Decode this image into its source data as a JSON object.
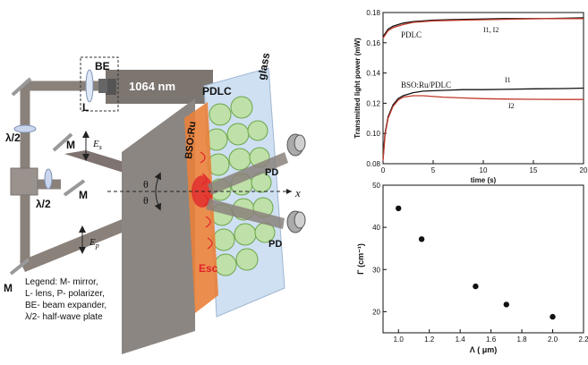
{
  "setup": {
    "laser_label": "1064 nm",
    "beam_expander_label": "BE",
    "lens_label": "L",
    "half_wave_label_upper": "λ/2",
    "half_wave_label_lower": "λ/2",
    "mirror_label_1": "M",
    "mirror_label_2": "M",
    "mirror_label_3": "M",
    "pdlc_label": "PDLC",
    "glass_label": "glass",
    "bso_label": "BSO:Ru",
    "pd_label_1": "PD",
    "pd_label_2": "PD",
    "esc_label": "Esc",
    "x_axis_label": "x",
    "theta_1": "θ",
    "theta_2": "θ",
    "field_s_label": "E",
    "field_s_sub": "s",
    "field_p_label": "E",
    "field_p_sub": "p",
    "legend_lines": [
      "Legend: M- mirror,",
      "L- lens, P- polarizer,",
      "BE- beam expander,",
      "λ/2- half-wave plate"
    ],
    "colors": {
      "beam": "#8a817b",
      "beam_dark": "#6f6561",
      "bso": "#e9813a",
      "pdlc_panel": "#b9cde6",
      "glass_panel": "#cfe0f2",
      "plate": "#8b8682",
      "esc": "#e0222b",
      "pdlc_sphere": "#9ccc78"
    }
  },
  "chart_data": [
    {
      "type": "line",
      "title": "",
      "xlabel": "time (s)",
      "ylabel": "Transmitted light power (mW)",
      "xlim": [
        0,
        20
      ],
      "ylim": [
        0.08,
        0.18
      ],
      "x_ticks": [
        "0",
        "5",
        "10",
        "15",
        "20"
      ],
      "y_ticks": [
        "0.08",
        "0.10",
        "0.12",
        "0.14",
        "0.16",
        "0.18"
      ],
      "annotations": [
        "PDLC",
        "I1, I2",
        "BSO:Ru/PDLC",
        "I1",
        "I2"
      ],
      "series": [
        {
          "name": "PDLC I1",
          "x": [
            0,
            0.5,
            1,
            2,
            3,
            5,
            8,
            12,
            16,
            20
          ],
          "values": [
            0.164,
            0.169,
            0.171,
            0.173,
            0.174,
            0.175,
            0.1755,
            0.176,
            0.176,
            0.1765
          ]
        },
        {
          "name": "PDLC I2",
          "x": [
            0,
            0.5,
            1,
            2,
            3,
            5,
            8,
            12,
            16,
            20
          ],
          "values": [
            0.163,
            0.168,
            0.17,
            0.172,
            0.1735,
            0.1745,
            0.175,
            0.1755,
            0.176,
            0.176
          ]
        },
        {
          "name": "BSO:Ru/PDLC I1",
          "x": [
            0,
            0.2,
            0.5,
            1,
            1.5,
            2,
            3,
            4,
            6,
            8,
            10,
            12,
            15,
            18,
            20
          ],
          "values": [
            0.083,
            0.1,
            0.111,
            0.119,
            0.123,
            0.125,
            0.127,
            0.128,
            0.1285,
            0.129,
            0.129,
            0.1292,
            0.1295,
            0.1297,
            0.13
          ]
        },
        {
          "name": "BSO:Ru/PDLC I2",
          "x": [
            0,
            0.2,
            0.5,
            1,
            1.5,
            2,
            3,
            4,
            6,
            8,
            10,
            12,
            15,
            18,
            20
          ],
          "values": [
            0.082,
            0.099,
            0.11,
            0.118,
            0.122,
            0.124,
            0.125,
            0.125,
            0.124,
            0.1235,
            0.123,
            0.1228,
            0.1226,
            0.1225,
            0.1225
          ]
        }
      ],
      "grid": false,
      "legend": "none"
    },
    {
      "type": "scatter",
      "title": "",
      "xlabel": "Λ ( μm)",
      "ylabel": "Γ (cm⁻¹)",
      "xlim": [
        0.9,
        2.2
      ],
      "ylim": [
        15,
        50
      ],
      "x_ticks": [
        "1.0",
        "1.2",
        "1.4",
        "1.6",
        "1.8",
        "2.0",
        "2.2"
      ],
      "y_ticks": [
        "20",
        "30",
        "40",
        "50"
      ],
      "series": [
        {
          "name": "",
          "x": [
            1.0,
            1.15,
            1.5,
            1.7,
            2.0
          ],
          "values": [
            44.5,
            37.2,
            26.0,
            21.7,
            18.8
          ]
        }
      ],
      "grid": false,
      "legend": "none"
    }
  ]
}
